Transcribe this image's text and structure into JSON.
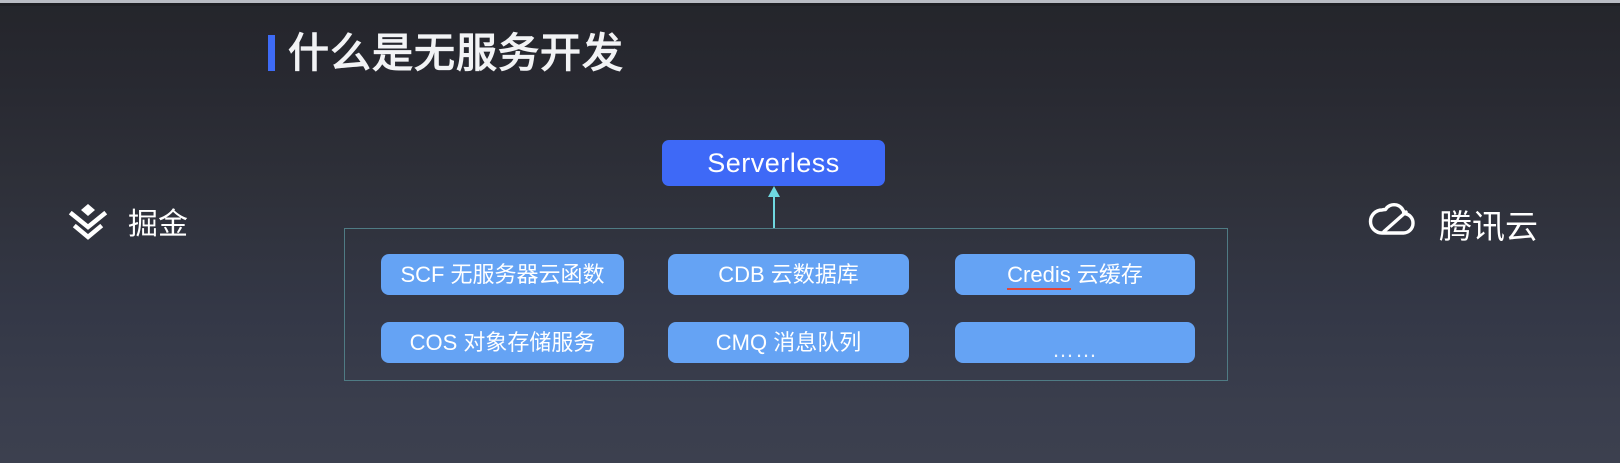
{
  "slide": {
    "title": "什么是无服务开发",
    "accent_color": "#3e6bf5",
    "background_top": "#24252b",
    "background_bottom": "#3c404f"
  },
  "diagram": {
    "root": {
      "label": "Serverless",
      "color": "#3e69f7"
    },
    "arrow": {
      "name": "up-arrow",
      "color": "#6fd8e0",
      "direction": "up"
    },
    "container": {
      "border_color": "#4f7b84"
    },
    "service_color": "#65a3f4",
    "rows": [
      [
        {
          "label": "SCF 无服务器云函数",
          "misspelled": ""
        },
        {
          "label": "CDB 云数据库",
          "misspelled": ""
        },
        {
          "label": "Credis 云缓存",
          "misspelled": "Credis"
        }
      ],
      [
        {
          "label": "COS 对象存储服务",
          "misspelled": ""
        },
        {
          "label": "CMQ 消息队列",
          "misspelled": ""
        },
        {
          "label": "……",
          "misspelled": ""
        }
      ]
    ]
  },
  "brands": {
    "left": {
      "name": "掘金",
      "icon": "juejin-chevron-icon"
    },
    "right": {
      "name": "腾讯云",
      "icon": "tencent-cloud-icon"
    }
  }
}
